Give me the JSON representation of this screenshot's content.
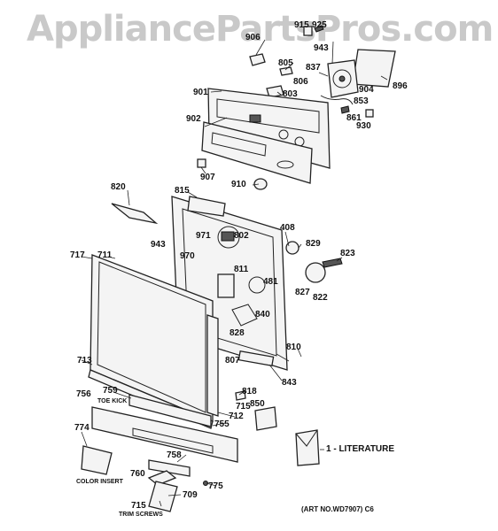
{
  "watermark": "AppliancePartsPros.com",
  "callouts": {
    "c915": "915",
    "c925": "925",
    "c906": "906",
    "c943a": "943",
    "c805": "805",
    "c837": "837",
    "c806": "806",
    "c896": "896",
    "c904": "904",
    "c901": "901",
    "c803": "803",
    "c853": "853",
    "c861": "861",
    "c930": "930",
    "c902": "902",
    "c907": "907",
    "c910": "910",
    "c820": "820",
    "c815": "815",
    "c408": "408",
    "c971": "971",
    "c802": "802",
    "c829": "829",
    "c943b": "943",
    "c970": "970",
    "c823": "823",
    "c717": "717",
    "c711": "711",
    "c811": "811",
    "c481": "481",
    "c827": "827",
    "c822": "822",
    "c840": "840",
    "c828": "828",
    "c810": "810",
    "c713": "713",
    "c807": "807",
    "c843": "843",
    "c756": "756",
    "c759": "759",
    "c818": "818",
    "c850": "850",
    "c712": "712",
    "c715a": "715",
    "c755": "755",
    "c774": "774",
    "c758": "758",
    "c760": "760",
    "c775": "775",
    "c709": "709",
    "c715b": "715"
  },
  "captions": {
    "toe_kick": "TOE KICK",
    "color_insert": "COLOR INSERT",
    "trim_screws": "TRIM SCREWS",
    "literature": "1 - LITERATURE",
    "art_number": "(ART NO.WD7907)  C6"
  },
  "colors": {
    "line": "#222222",
    "watermark": "#c9c9c9"
  }
}
